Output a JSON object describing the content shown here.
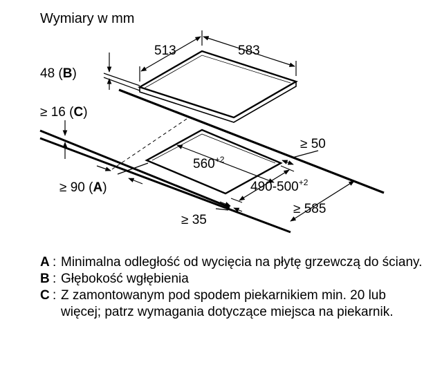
{
  "title": "Wymiary w mm",
  "dimensions": {
    "width_hob": "513",
    "depth_hob": "583",
    "b_value": "48 (",
    "b_key": "B",
    "b_close": ")",
    "c_value": "≥ 16 (",
    "c_key": "C",
    "c_close": ")",
    "cutout_width": "560",
    "cutout_width_tol": "+2",
    "cutout_depth": "490-500",
    "cutout_depth_tol": "+2",
    "a_value": "≥ 90 (",
    "a_key": "A",
    "a_close": ")",
    "min_back": "≥ 50",
    "min_worktop": "≥ 585",
    "min_front": "≥ 35"
  },
  "legend": [
    {
      "key": "A",
      "text": "Minimalna odległość od wycięcia na płytę grzewczą do ściany."
    },
    {
      "key": "B",
      "text": "Głębokość wgłębienia"
    },
    {
      "key": "C",
      "text": "Z zamontowanym pod spodem piekarnikiem min. 20 lub więcej; patrz wymagania dotyczące miejsca na piekarnik."
    }
  ]
}
